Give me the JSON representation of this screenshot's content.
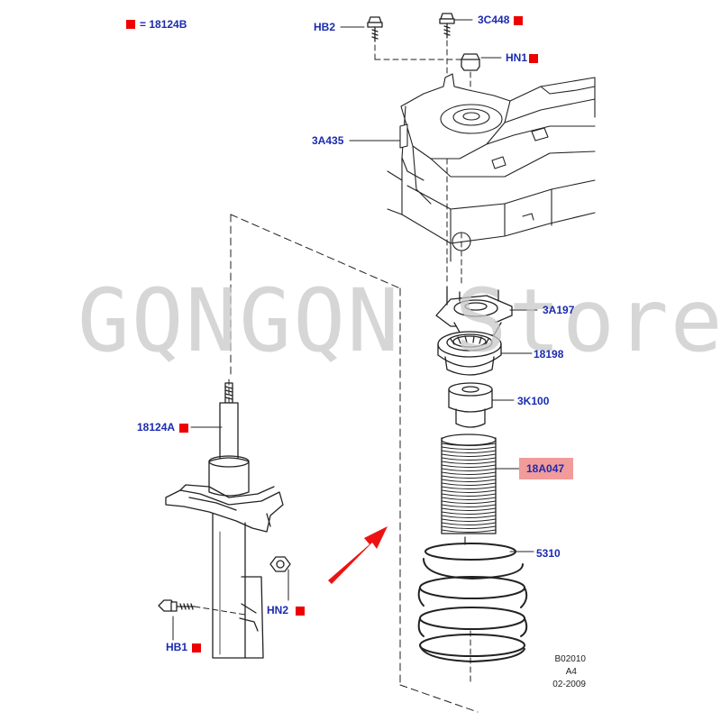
{
  "legend": {
    "marker_color": "#ee0000",
    "text": "= 18124B"
  },
  "watermark": "GQNGQN Store",
  "parts": {
    "hb2": "HB2",
    "c448": "3C448",
    "hn1": "HN1",
    "a435": "3A435",
    "a197": "3A197",
    "p18198": "18198",
    "k100": "3K100",
    "a047": "18A047",
    "p5310": "5310",
    "a124": "18124A",
    "hn2": "HN2",
    "hb1": "HB1"
  },
  "reference": {
    "code": "B02010",
    "size": "A4",
    "date": "02-2009"
  },
  "colors": {
    "label": "#1b2bb0",
    "marker": "#ee0000",
    "highlight": "#f08a8a",
    "arrow": "#ee1111"
  }
}
